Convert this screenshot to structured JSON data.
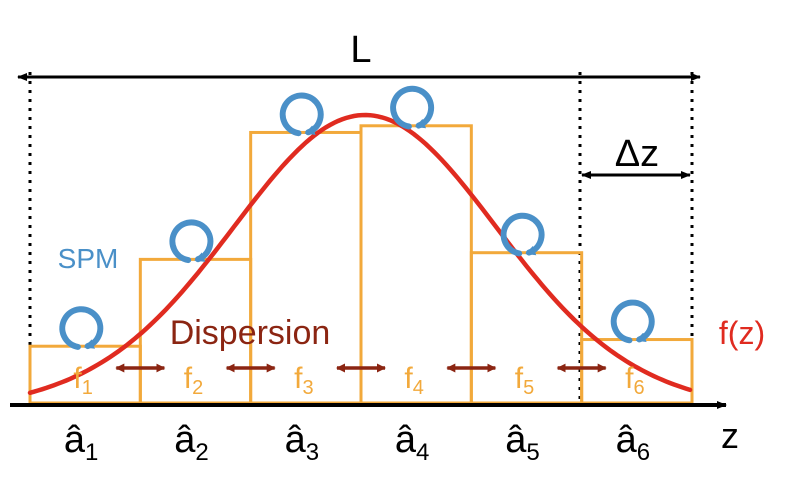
{
  "labels": {
    "length": "L",
    "delta_z": "Δz",
    "spm": "SPM",
    "dispersion": "Dispersion",
    "function": "f(z)",
    "axis": "z"
  },
  "segments": [
    {
      "f_base": "f",
      "f_sub": "1",
      "a_base": "â",
      "a_sub": "1",
      "level": 0.17
    },
    {
      "f_base": "f",
      "f_sub": "2",
      "a_base": "â",
      "a_sub": "2",
      "level": 0.43
    },
    {
      "f_base": "f",
      "f_sub": "3",
      "a_base": "â",
      "a_sub": "3",
      "level": 0.81
    },
    {
      "f_base": "f",
      "f_sub": "4",
      "a_base": "â",
      "a_sub": "4",
      "level": 0.83
    },
    {
      "f_base": "f",
      "f_sub": "5",
      "a_base": "â",
      "a_sub": "5",
      "level": 0.45
    },
    {
      "f_base": "f",
      "f_sub": "6",
      "a_base": "â",
      "a_sub": "6",
      "level": 0.19
    }
  ],
  "colors": {
    "boxes": "#f2a93b",
    "curve": "#e02b20",
    "spm": "#4a90c8",
    "dispersion": "#8b2512",
    "axis": "#000000"
  },
  "icons": {
    "spm_arrow": "clockwise-circular-arrow-icon",
    "dispersion_arrow": "double-headed-arrow-icon"
  }
}
